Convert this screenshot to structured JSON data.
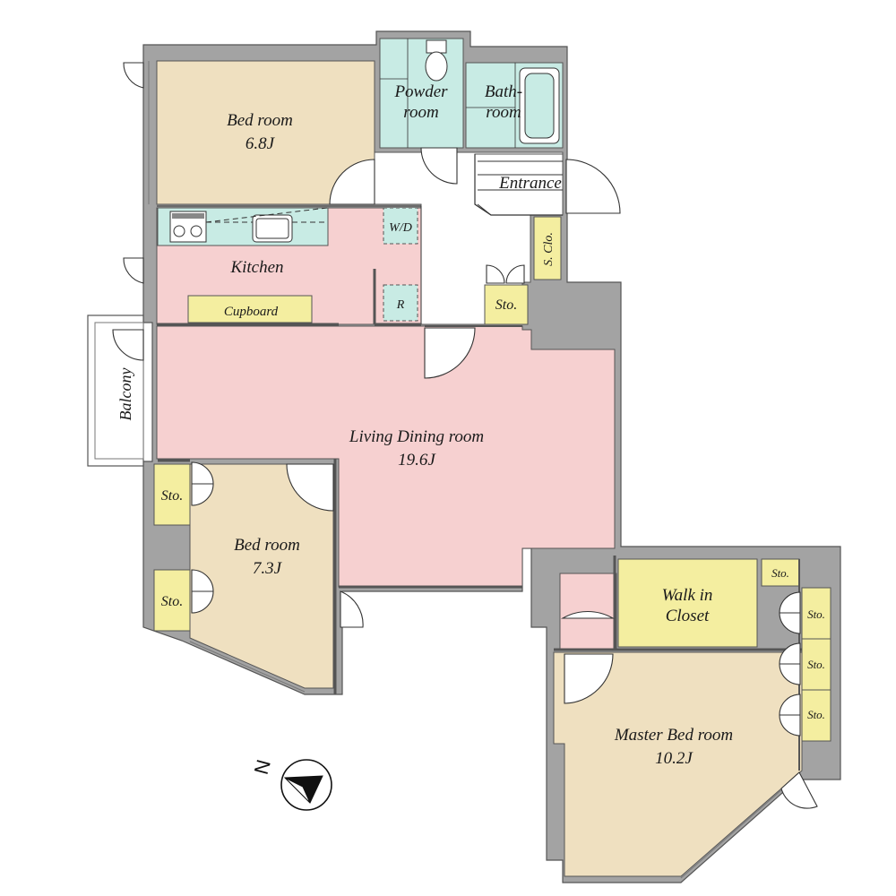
{
  "colors": {
    "bedroom": "#efe0c0",
    "living": "#f6d0d0",
    "wet": "#c8ebe4",
    "storage": "#f4eea0",
    "wall": "#a3a3a3",
    "white": "#ffffff"
  },
  "rooms": {
    "bedroom1_name": "Bed room",
    "bedroom1_size": "6.8J",
    "powder_line1": "Powder",
    "powder_line2": "room",
    "bath_line1": "Bath-",
    "bath_line2": "room",
    "entrance": "Entrance",
    "wd": "W/D",
    "kitchen": "Kitchen",
    "refrigerator": "R",
    "cupboard": "Cupboard",
    "shoe_closet": "S. Clo.",
    "sto_hall": "Sto.",
    "balcony": "Balcony",
    "living_name": "Living Dining room",
    "living_size": "19.6J",
    "sto_b2_top": "Sto.",
    "sto_b2_bottom": "Sto.",
    "bedroom2_name": "Bed room",
    "bedroom2_size": "7.3J",
    "walkin_line1": "Walk in",
    "walkin_line2": "Closet",
    "sto_master_top": "Sto.",
    "sto_master_1": "Sto.",
    "sto_master_2": "Sto.",
    "sto_master_3": "Sto.",
    "master_name": "Master Bed room",
    "master_size": "10.2J",
    "north": "N"
  },
  "icons": {
    "compass": "north-arrow-icon",
    "stove": "stove-icon",
    "sink": "sink-icon",
    "toilet": "toilet-icon",
    "bathtub": "bathtub-icon"
  }
}
